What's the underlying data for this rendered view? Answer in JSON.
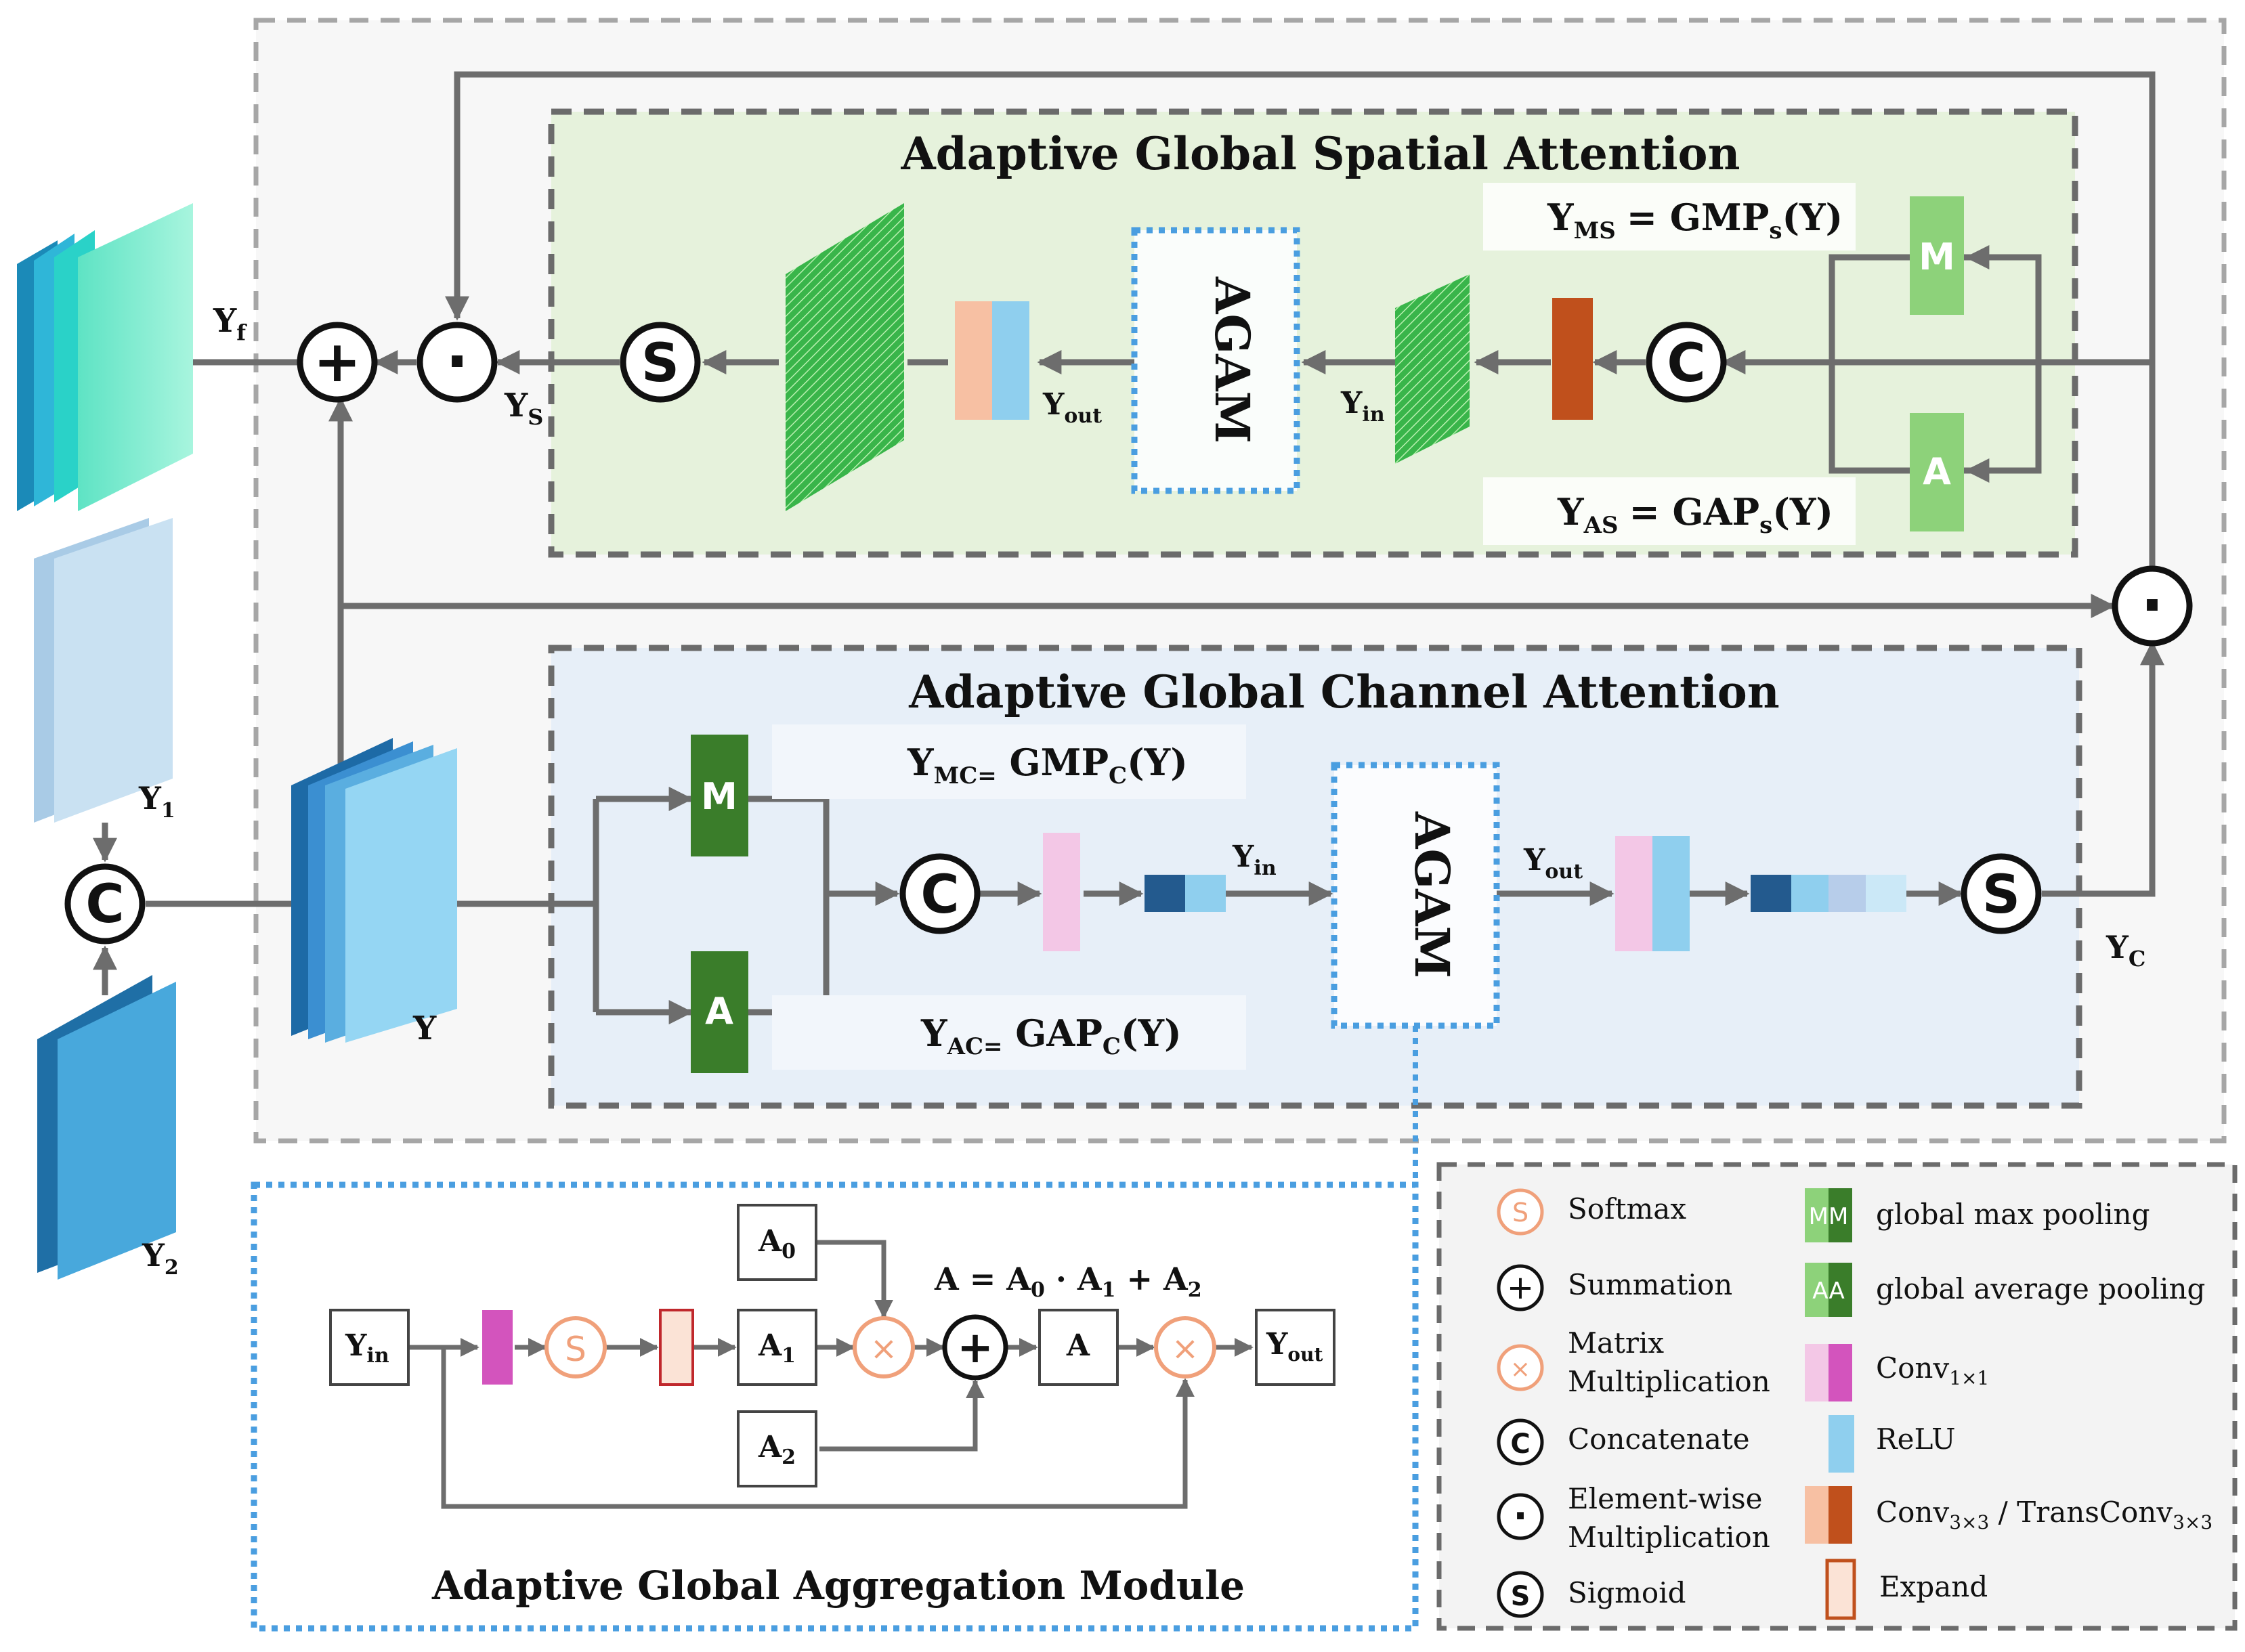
{
  "spatial": {
    "title": "Adaptive Global Spatial Attention",
    "ms_eq": "Y",
    "ms_sub": "MS",
    "ms_rhs": "= GMP",
    "ms_rhs_sub": "s",
    "ms_rhs_end": "(Y)",
    "as_eq": "Y",
    "as_sub": "AS",
    "as_rhs": "= GAP",
    "as_rhs_sub": "s",
    "as_rhs_end": "(Y)",
    "m": "M",
    "a": "A",
    "agam": "AGAM",
    "yin": "Y",
    "yin_sub": "in",
    "yout": "Y",
    "yout_sub": "out",
    "ys": "Y",
    "ys_sub": "S",
    "yf": "Y",
    "yf_sub": "f"
  },
  "channel": {
    "title": "Adaptive Global Channel Attention",
    "mc_eq": "Y",
    "mc_sub": "MC=",
    "mc_rhs": " GMP",
    "mc_rhs_sub": "C",
    "mc_rhs_end": "(Y)",
    "ac_eq": "Y",
    "ac_sub": "AC=",
    "ac_rhs": " GAP",
    "ac_rhs_sub": "C",
    "ac_rhs_end": "(Y)",
    "m": "M",
    "a": "A",
    "agam": "AGAM",
    "yin": "Y",
    "yin_sub": "in",
    "yout": "Y",
    "yout_sub": "out",
    "yc": "Y",
    "yc_sub": "C"
  },
  "inputs": {
    "y1": "Y",
    "y1_sub": "1",
    "y2": "Y",
    "y2_sub": "2",
    "y": "Y"
  },
  "symbols": {
    "concat": "C",
    "sigmoid": "S",
    "plus": "+",
    "dot": "·",
    "times": "×"
  },
  "agam_module": {
    "title": "Adaptive Global Aggregation Module",
    "yin": "Y",
    "yin_sub": "in",
    "yout": "Y",
    "yout_sub": "out",
    "a0": "A",
    "a0_sub": "0",
    "a1": "A",
    "a1_sub": "1",
    "a2": "A",
    "a2_sub": "2",
    "a": "A",
    "s": "S",
    "eq": "A = A",
    "eq_1": "0",
    "eq_2": " · A",
    "eq_3": "1",
    "eq_4": " + A",
    "eq_5": "2"
  },
  "legend": {
    "softmax": "Softmax",
    "summation": "Summation",
    "matmul_1": "Matrix",
    "matmul_2": "Multiplication",
    "concatenate": "Concatenate",
    "elementwise_1": "Element-wise",
    "elementwise_2": "Multiplication",
    "sigmoid": "Sigmoid",
    "gmp": "global max pooling",
    "gap": "global average pooling",
    "conv1": "Conv",
    "conv1_sub": "1×1",
    "relu": "ReLU",
    "conv3": "Conv",
    "conv3_sub": "3×3",
    "conv3_mid": " / TransConv",
    "conv3_sub2": "3×3",
    "expand": "Expand",
    "mm": "MM",
    "aa": "AA"
  },
  "colors": {
    "spatial_bg": "#e6f2dc",
    "channel_bg": "#e7eff8",
    "outer_bg": "#f7f7f7",
    "green_light": "#8dd27a",
    "green_dark": "#3a7d2a",
    "orange": "#c0501c",
    "peach": "#f7c0a3",
    "pink": "#f3c7e6",
    "magenta": "#d354bd",
    "skyblue": "#8fcfee",
    "navy": "#235a8e",
    "dotted_blue": "#4a9ee0",
    "arrow": "#6d6d6d"
  }
}
